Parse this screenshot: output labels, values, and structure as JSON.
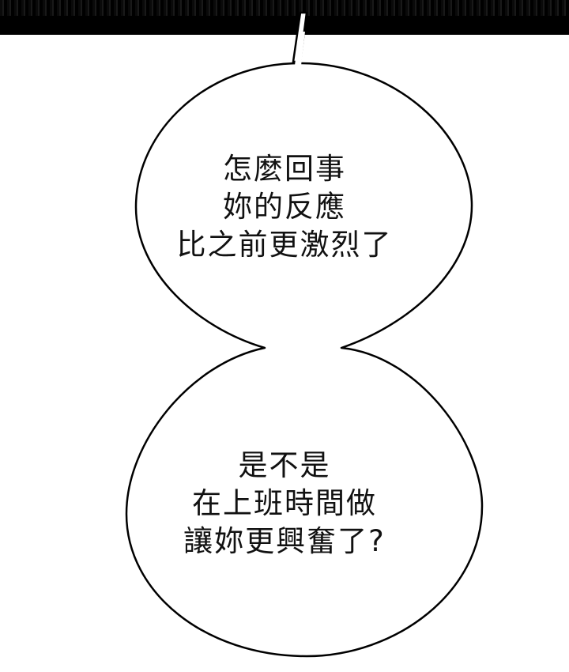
{
  "panel": {
    "bubble_top": {
      "lines": [
        "怎麼回事",
        "妳的反應",
        "比之前更激烈了"
      ]
    },
    "bubble_bottom": {
      "lines": [
        "是不是",
        "在上班時間做",
        "讓妳更興奮了?"
      ]
    }
  }
}
